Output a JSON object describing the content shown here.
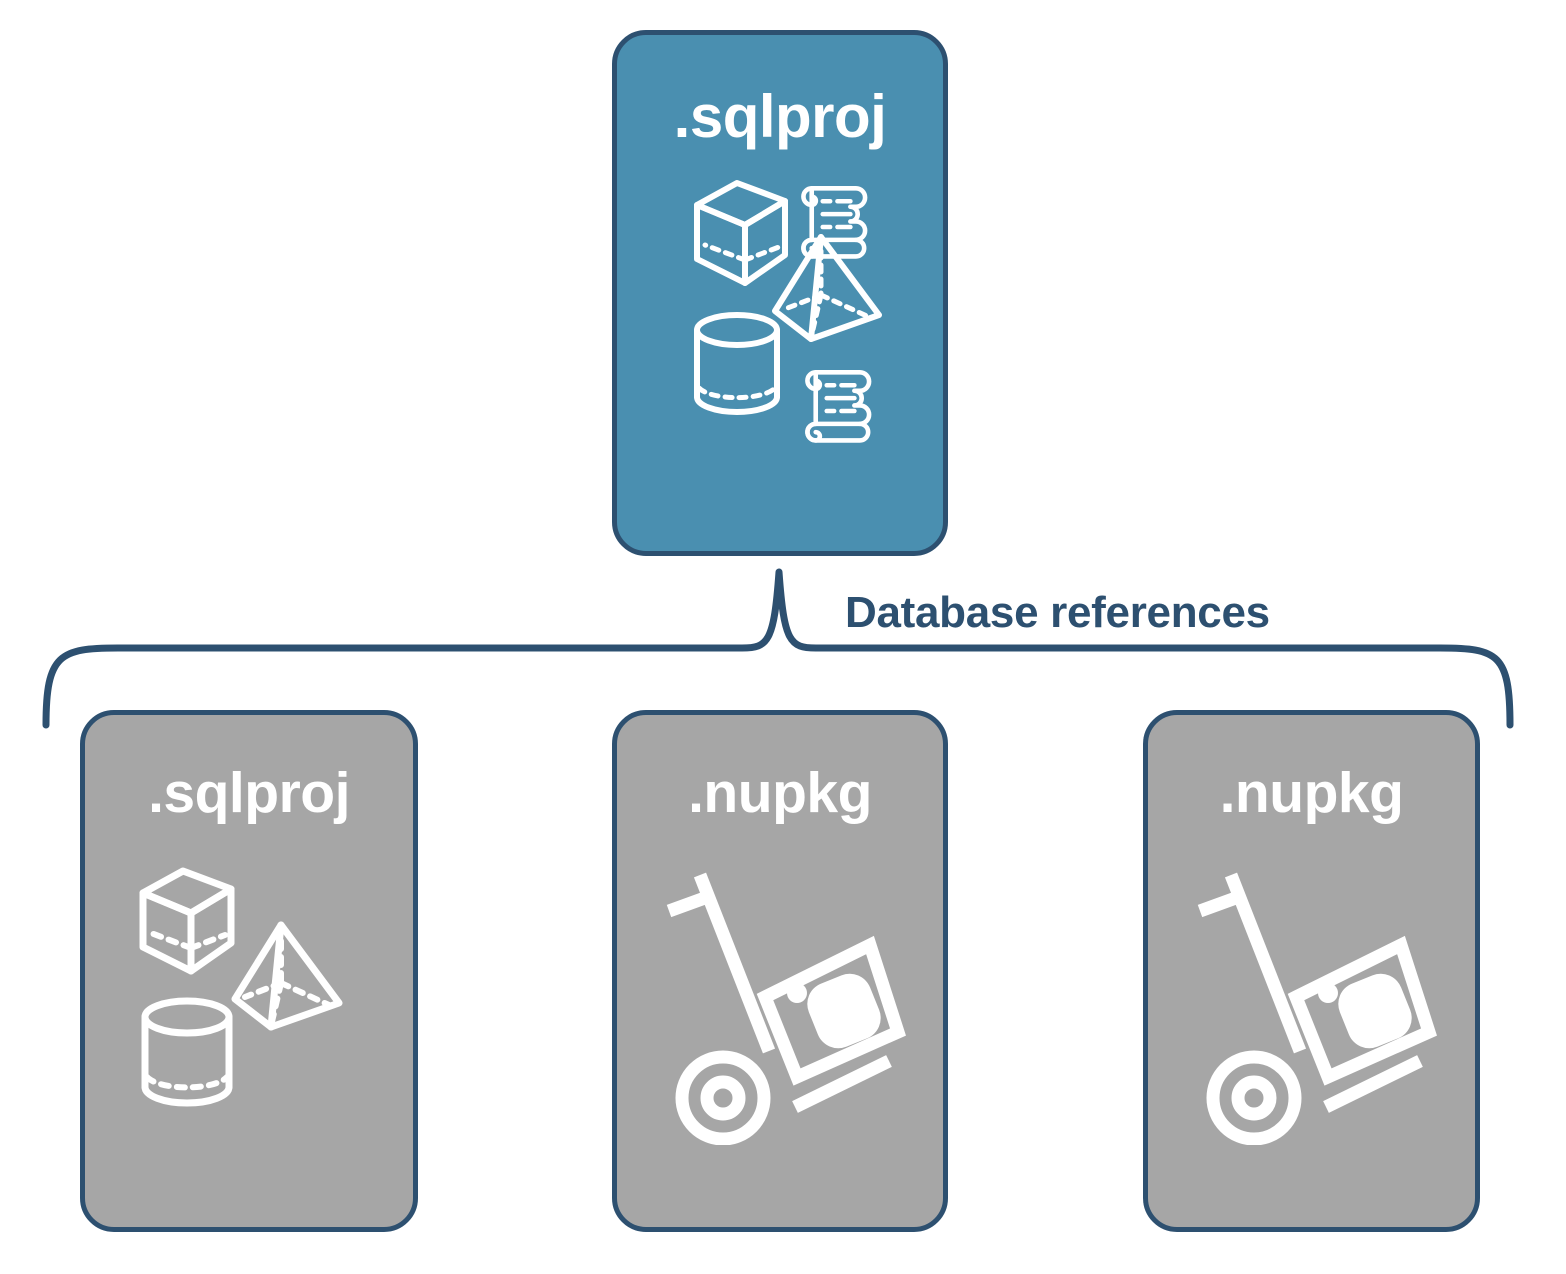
{
  "diagram": {
    "title_text": "Database references",
    "background_color": "#ffffff",
    "border_color": "#2d5070",
    "primary_fill": "#4a8fb0",
    "secondary_fill": "#a6a6a6",
    "icon_color": "#ffffff"
  },
  "root_node": {
    "label": ".sqlproj",
    "fill": "#4a8fb0",
    "icons": [
      "cube-wireframe-icon",
      "pyramid-wireframe-icon",
      "cylinder-wireframe-icon",
      "script-scroll-icon",
      "script-scroll-icon"
    ]
  },
  "connector": {
    "label": "Database references",
    "style": "curly-brace",
    "color": "#2d5070"
  },
  "references": [
    {
      "label": ".sqlproj",
      "fill": "#a6a6a6",
      "icon": "database-objects-icon",
      "icon_parts": [
        "cube-wireframe-icon",
        "pyramid-wireframe-icon",
        "cylinder-wireframe-icon"
      ]
    },
    {
      "label": ".nupkg",
      "fill": "#a6a6a6",
      "icon": "nuget-package-dolly-icon",
      "icon_parts": [
        "hand-truck-icon",
        "package-box-icon",
        "nuget-logo-icon"
      ]
    },
    {
      "label": ".nupkg",
      "fill": "#a6a6a6",
      "icon": "nuget-package-dolly-icon",
      "icon_parts": [
        "hand-truck-icon",
        "package-box-icon",
        "nuget-logo-icon"
      ]
    }
  ]
}
